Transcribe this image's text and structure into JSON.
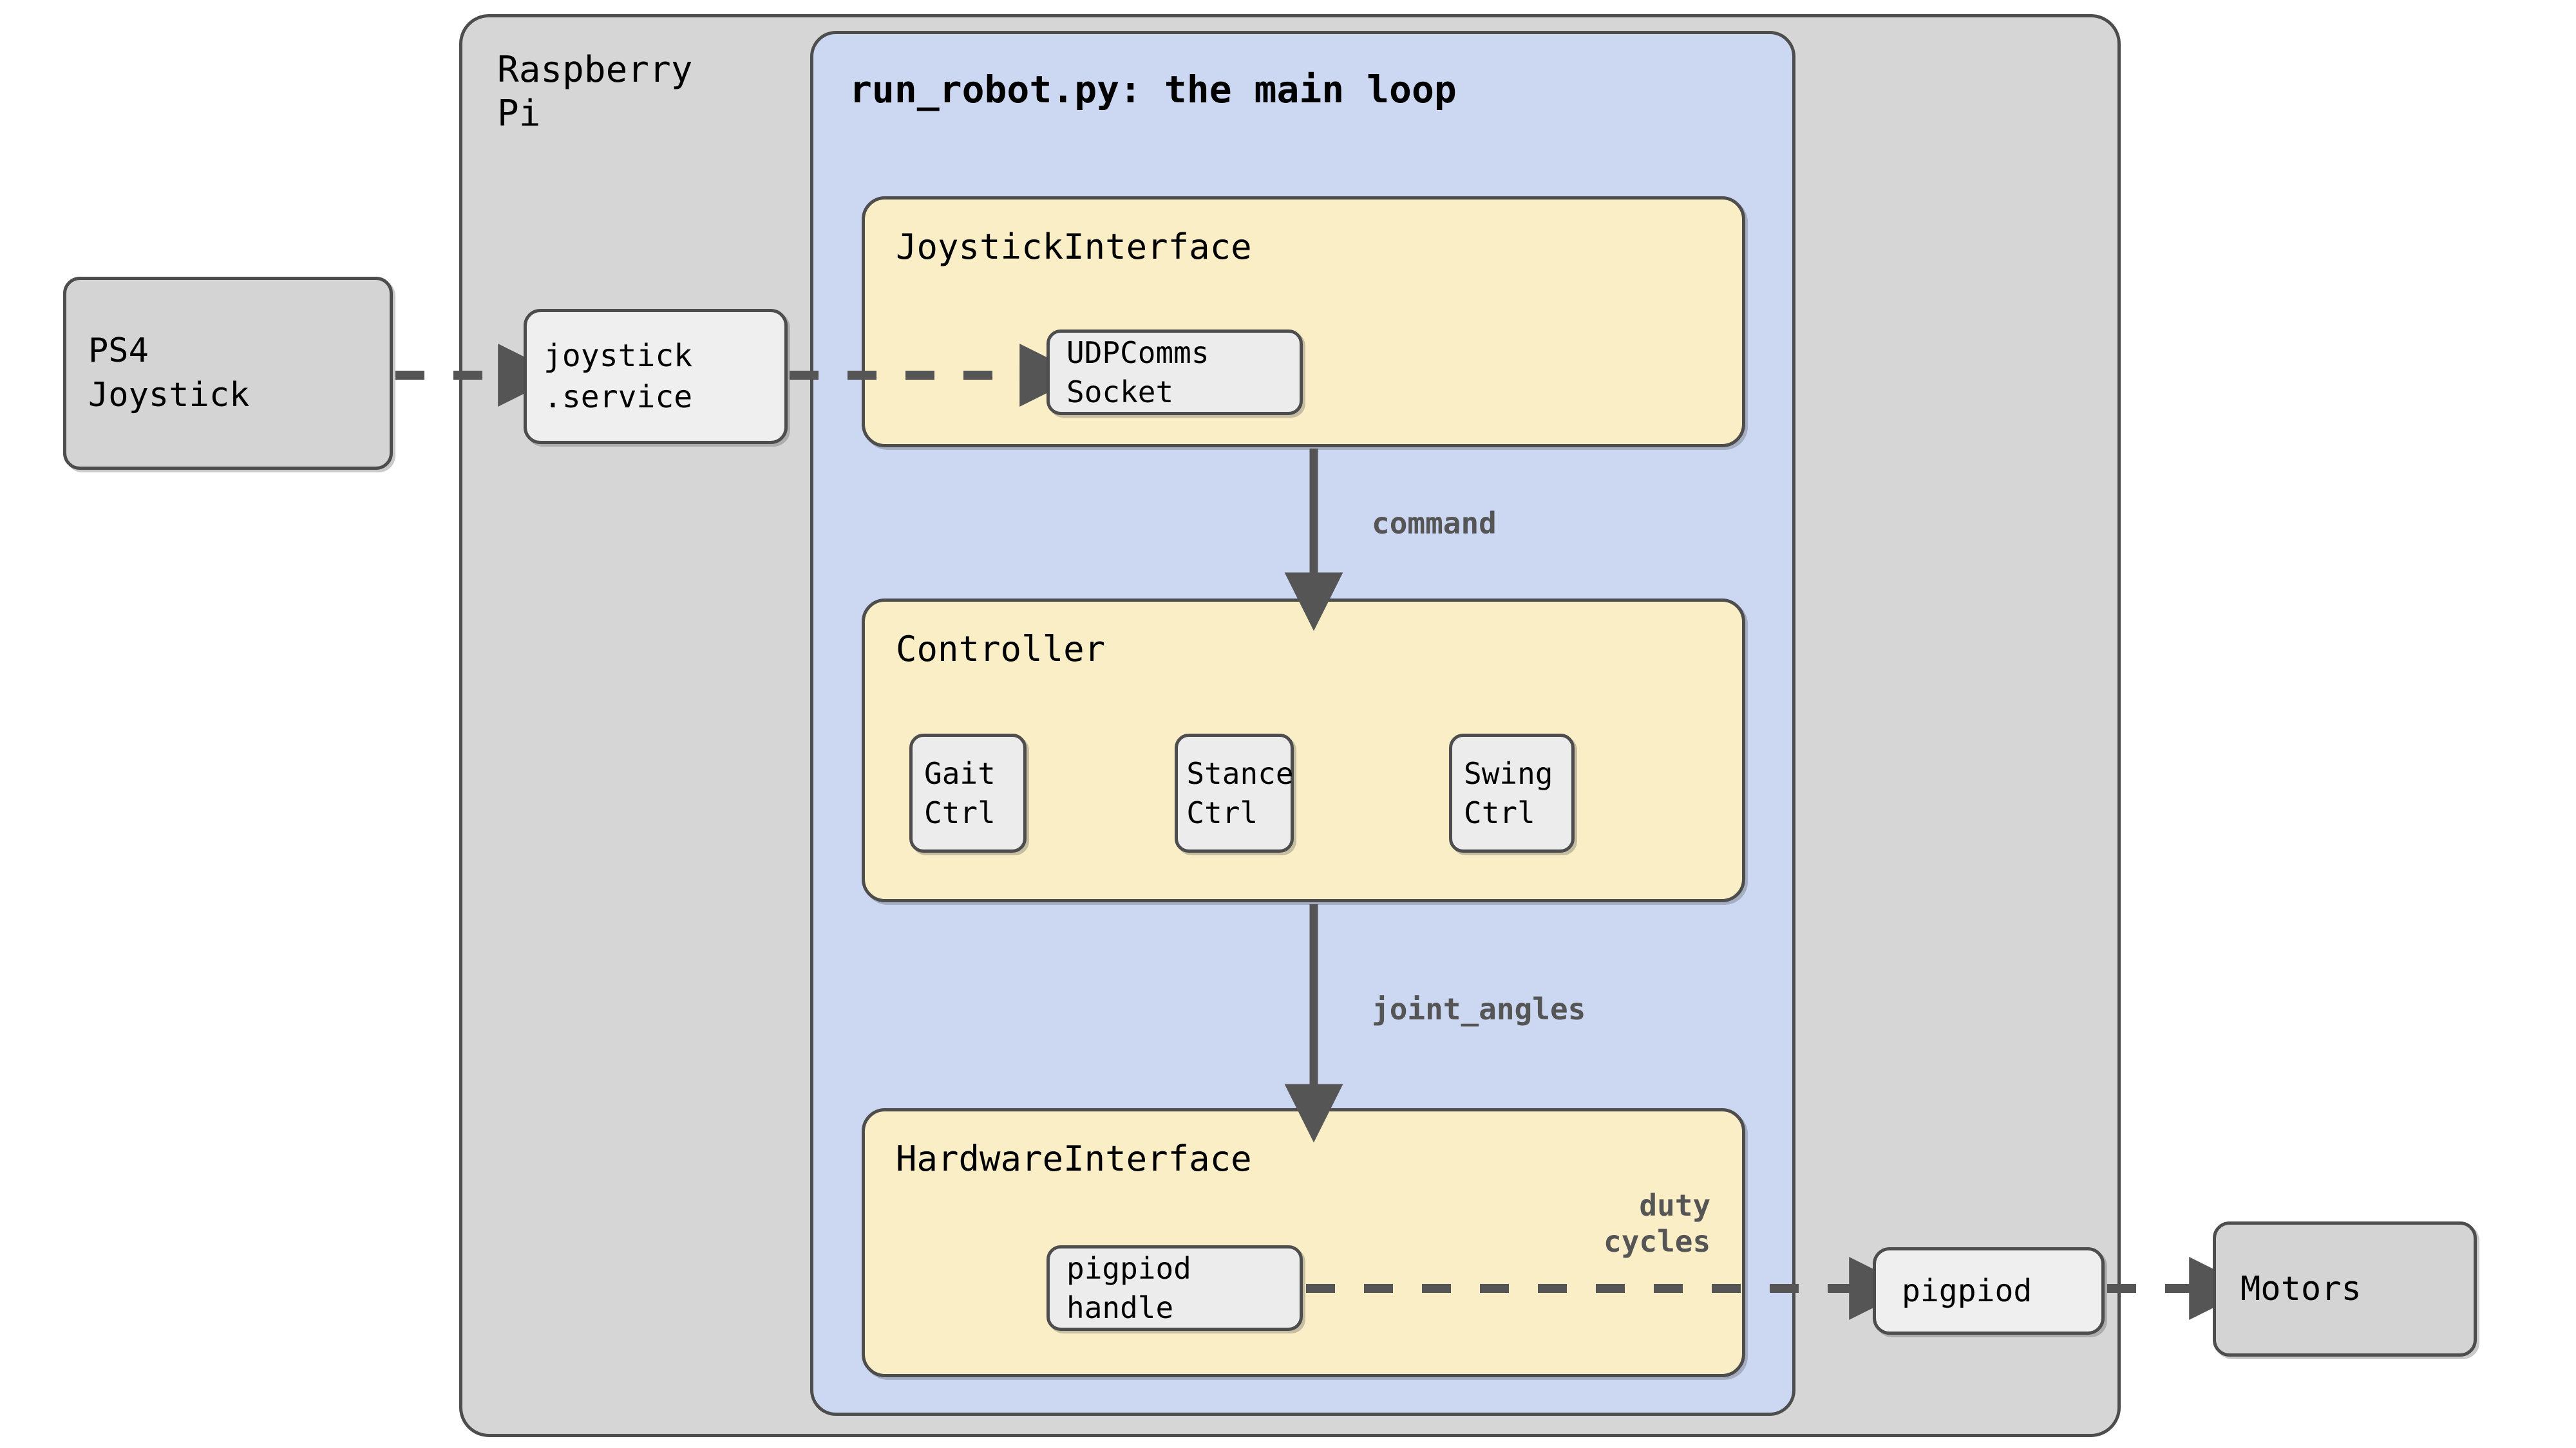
{
  "diagram": {
    "title": "run_robot.py: the main loop",
    "containers": {
      "pi": {
        "label": "Raspberry\nPi"
      },
      "main": {
        "label": "run_robot.py: the main loop"
      }
    },
    "external_nodes": [
      {
        "id": "ps4",
        "label": "PS4\nJoystick"
      },
      {
        "id": "motors",
        "label": "Motors"
      }
    ],
    "service_nodes": [
      {
        "id": "joystick_service",
        "label": "joystick\n.service"
      },
      {
        "id": "pigpiod",
        "label": "pigpiod"
      }
    ],
    "modules": [
      {
        "id": "joystick_interface",
        "title": "JoystickInterface",
        "children": [
          {
            "id": "udp_socket",
            "label": "UDPComms Socket"
          }
        ]
      },
      {
        "id": "controller",
        "title": "Controller",
        "children": [
          {
            "id": "gait_ctrl",
            "label": "Gait\nCtrl"
          },
          {
            "id": "stance_ctrl",
            "label": "Stance\nCtrl"
          },
          {
            "id": "swing_ctrl",
            "label": "Swing\nCtrl"
          }
        ]
      },
      {
        "id": "hardware_interface",
        "title": "HardwareInterface",
        "children": [
          {
            "id": "pigpiod_handle",
            "label": "pigpiod handle"
          }
        ]
      }
    ],
    "edges": [
      {
        "id": "ps4-to-service",
        "label": "",
        "style": "dashed"
      },
      {
        "id": "service-to-udp",
        "label": "",
        "style": "dashed"
      },
      {
        "id": "joystick-to-controller",
        "label": "command",
        "style": "solid"
      },
      {
        "id": "controller-to-hardware",
        "label": "joint_angles",
        "style": "solid"
      },
      {
        "id": "handle-to-pigpiod",
        "label": "duty\ncycles",
        "style": "dashed"
      },
      {
        "id": "pigpiod-to-motors",
        "label": "",
        "style": "dashed"
      }
    ],
    "colors": {
      "container_gray": "#d6d6d6",
      "main_blue": "#ccd7f2",
      "module_yellow": "#faeec6",
      "inner_gray": "#ececed",
      "external_gray": "#d4d4d4",
      "stroke": "#4d4d4d",
      "label_gray": "#555555"
    }
  }
}
